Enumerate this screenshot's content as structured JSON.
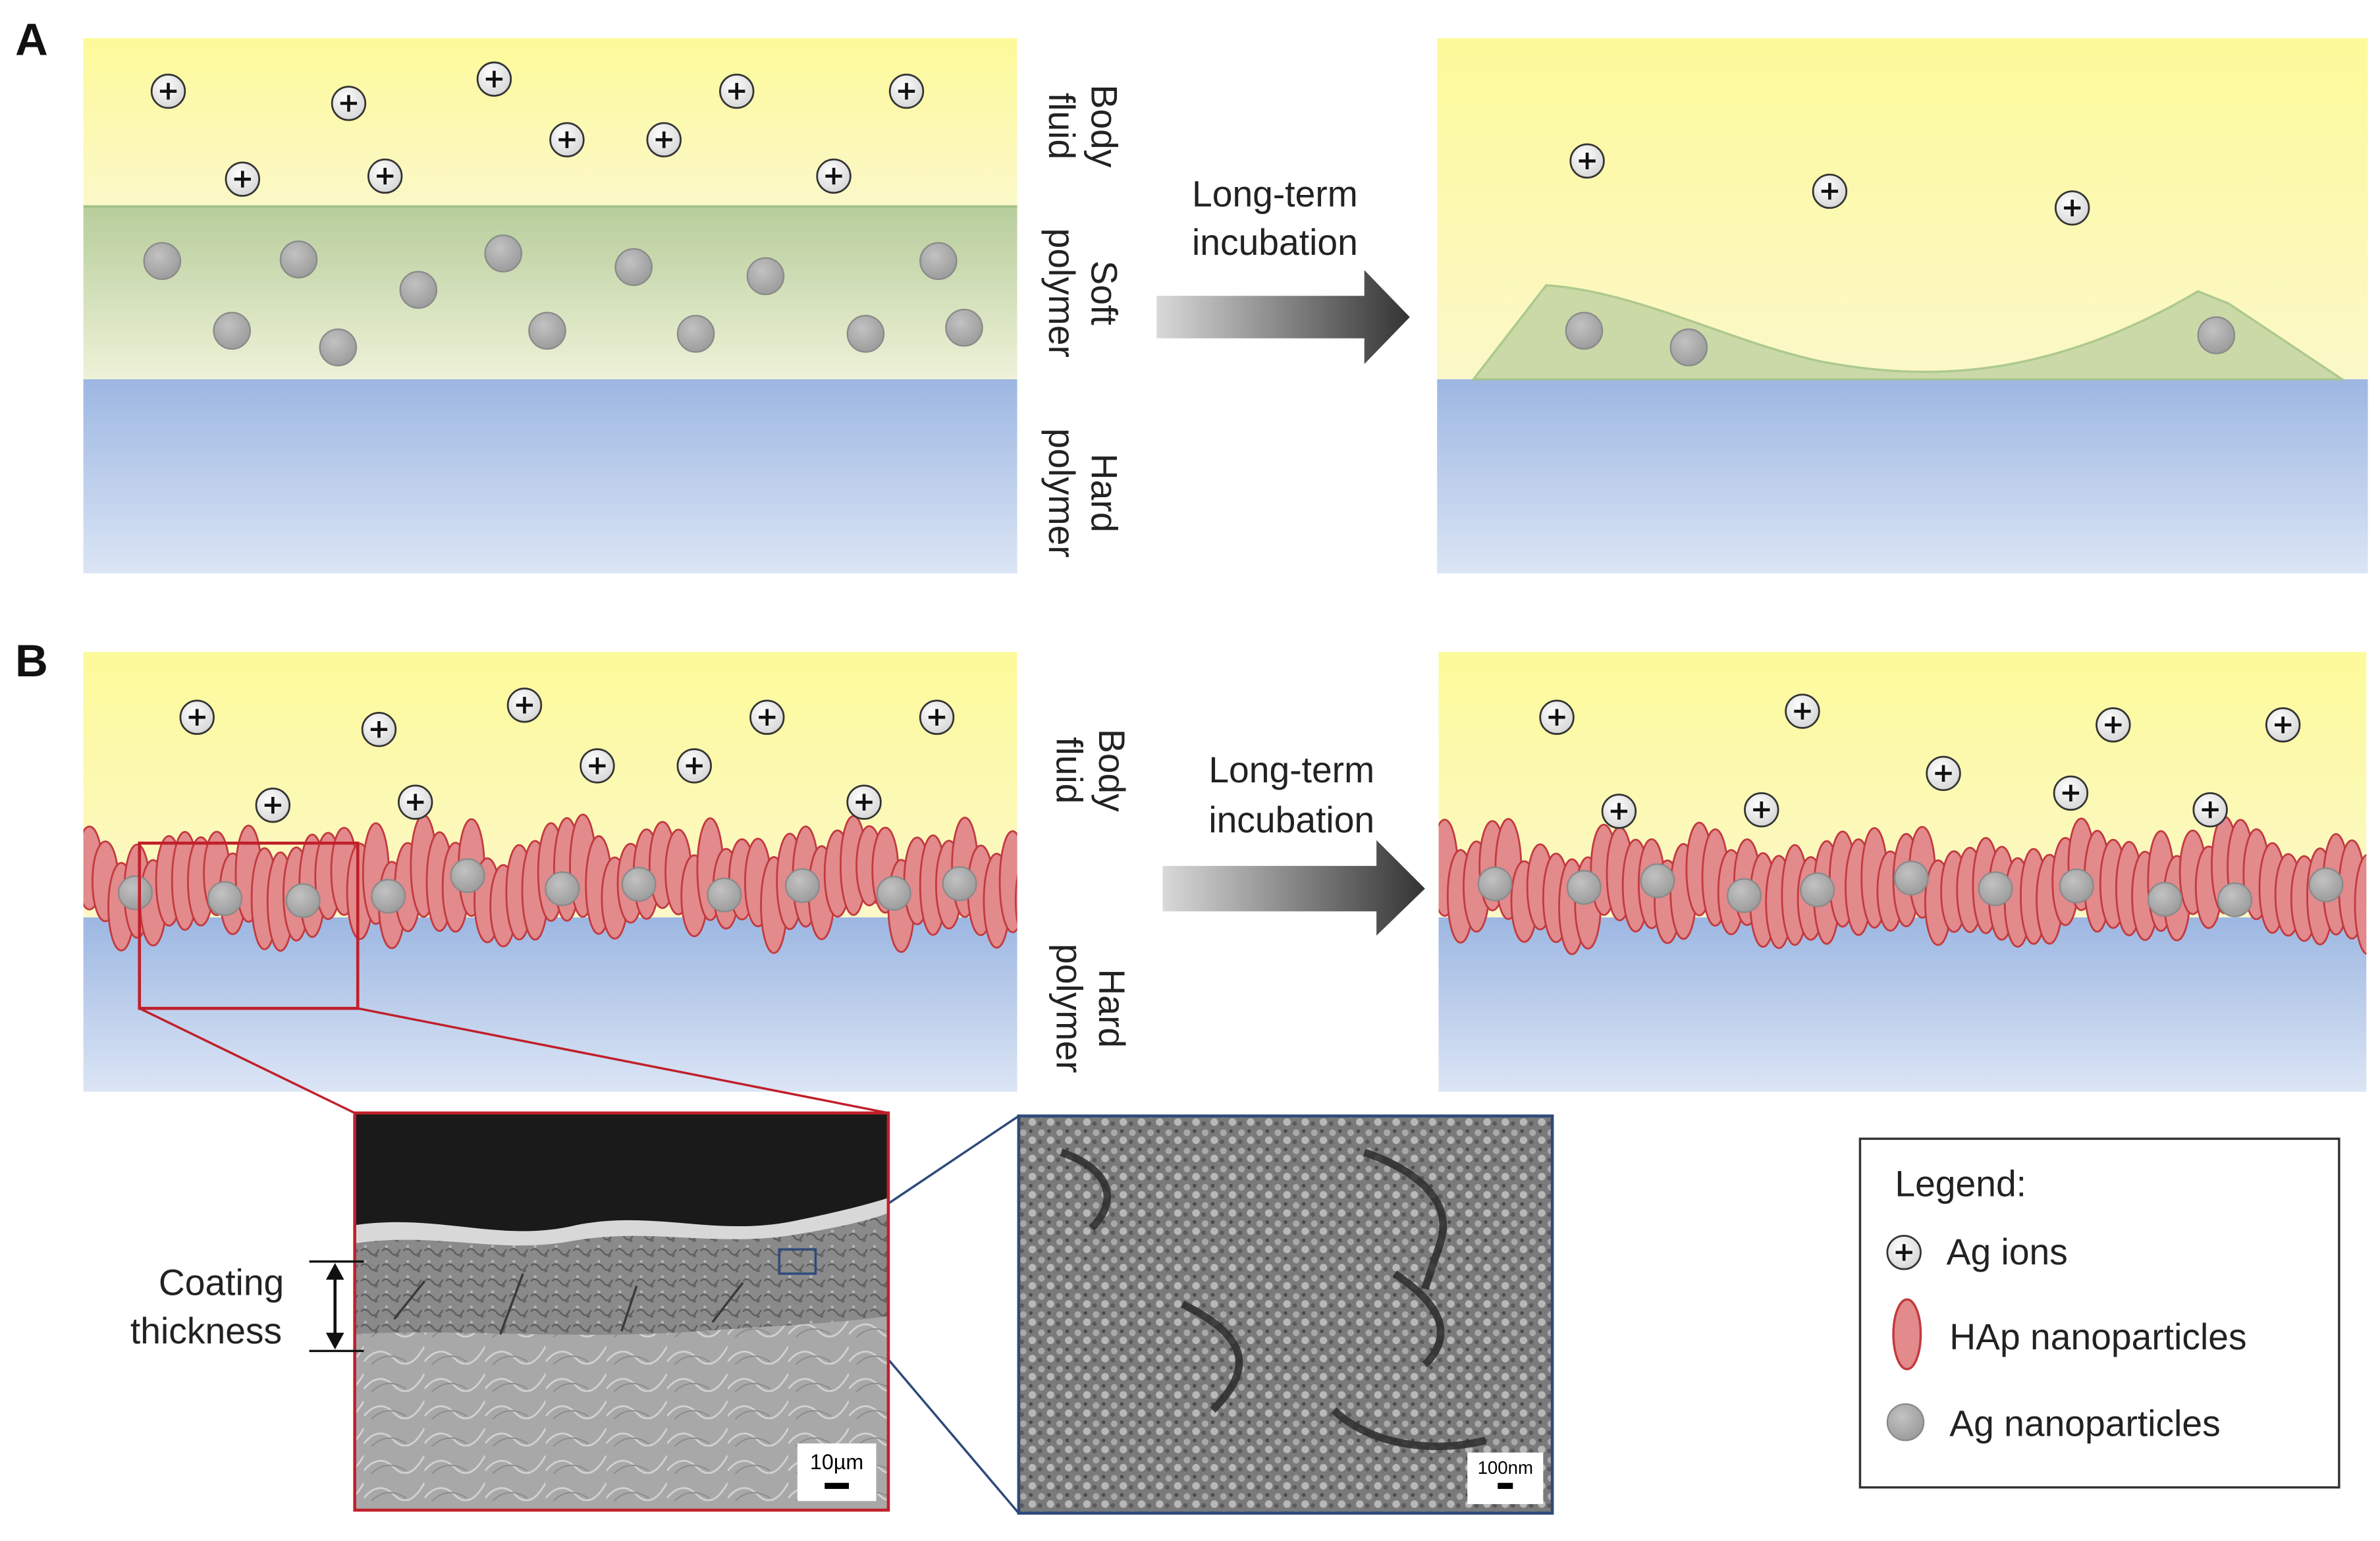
{
  "panels": {
    "a_label": "A",
    "b_label": "B"
  },
  "layer_labels": {
    "body_fluid_line1": "Body",
    "body_fluid_line2": "fluid",
    "soft_polymer_line1": "Soft",
    "soft_polymer_line2": "polymer",
    "hard_polymer_line1": "Hard",
    "hard_polymer_line2": "polymer"
  },
  "process": {
    "line1": "Long-term",
    "line2": "incubation"
  },
  "micrograph": {
    "coating_line1": "Coating",
    "coating_line2": "thickness",
    "scale_1": "10µm",
    "scale_2": "100nm"
  },
  "legend": {
    "title": "Legend:",
    "items": [
      {
        "label": "Ag ions",
        "icon": "ag-ion-icon"
      },
      {
        "label": "HAp nanoparticles",
        "icon": "hap-nanoparticle-icon"
      },
      {
        "label": "Ag nanoparticles",
        "icon": "ag-nanoparticle-icon"
      }
    ]
  },
  "colors": {
    "body_fluid": "#fbf7a0",
    "soft_polymer": "#b4cc9a",
    "hard_polymer": "#9db7e2",
    "hap": "#e28a8c",
    "hap_stroke": "#c23a3f",
    "ag_particle": "#a9a9a9",
    "zoom_red": "#c0202a",
    "zoom_blue": "#2e4a7a"
  }
}
